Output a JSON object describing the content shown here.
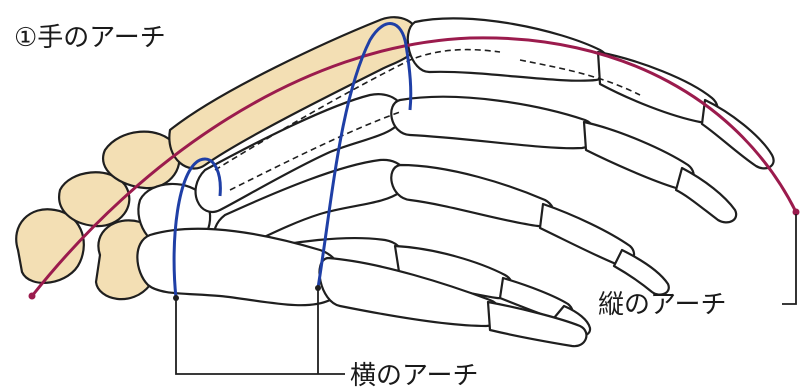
{
  "title": "①手のアーチ",
  "labels": {
    "longitudinal_arch": "縦のアーチ",
    "transverse_arch": "横のアーチ"
  },
  "colors": {
    "longitudinal_arch": "#9b1b4d",
    "transverse_arch": "#1f3fa6",
    "highlight_bones": "#f3dfb4",
    "outline": "#1f1f1f"
  }
}
